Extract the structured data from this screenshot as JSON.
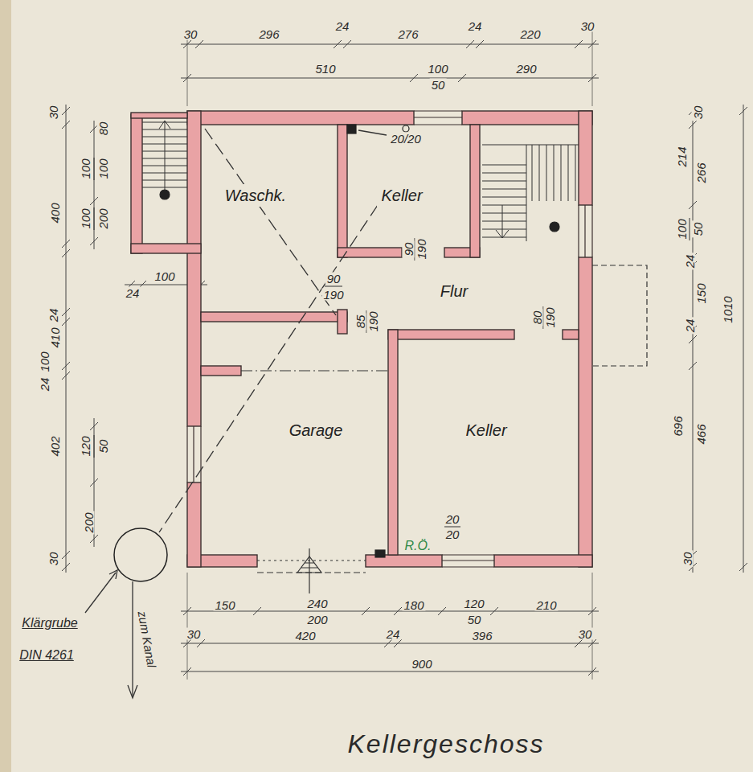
{
  "diagram": {
    "title": "Kellergeschoss",
    "nodes": [
      {
        "text": [
          "Waschk."
        ]
      },
      {
        "text": [
          "Keller"
        ]
      },
      {
        "text": [
          "Flur"
        ]
      },
      {
        "text": [
          "Garage"
        ]
      },
      {
        "text": [
          "Keller"
        ]
      }
    ],
    "labels": [
      "30",
      "296",
      "24",
      "276",
      "24",
      "220",
      "30",
      "510",
      "100",
      "50",
      "290",
      "30",
      "80",
      "100",
      "100",
      "100",
      "200",
      "400",
      "24",
      "100",
      "24",
      "410",
      "24",
      "100",
      "402",
      "120",
      "50",
      "200",
      "30",
      "30",
      "214",
      "266",
      "100",
      "50",
      "24",
      "150",
      "24",
      "1010",
      "696",
      "466",
      "30",
      "150",
      "240",
      "200",
      "180",
      "120",
      "50",
      "210",
      "30",
      "420",
      "24",
      "396",
      "30",
      "900",
      "20/20",
      "90",
      "190",
      "90",
      "190",
      "85",
      "190",
      "80",
      "190",
      "20",
      "20",
      "R.Ö.",
      "Klärgrube",
      "DIN 4261",
      "zum Kanal"
    ]
  }
}
